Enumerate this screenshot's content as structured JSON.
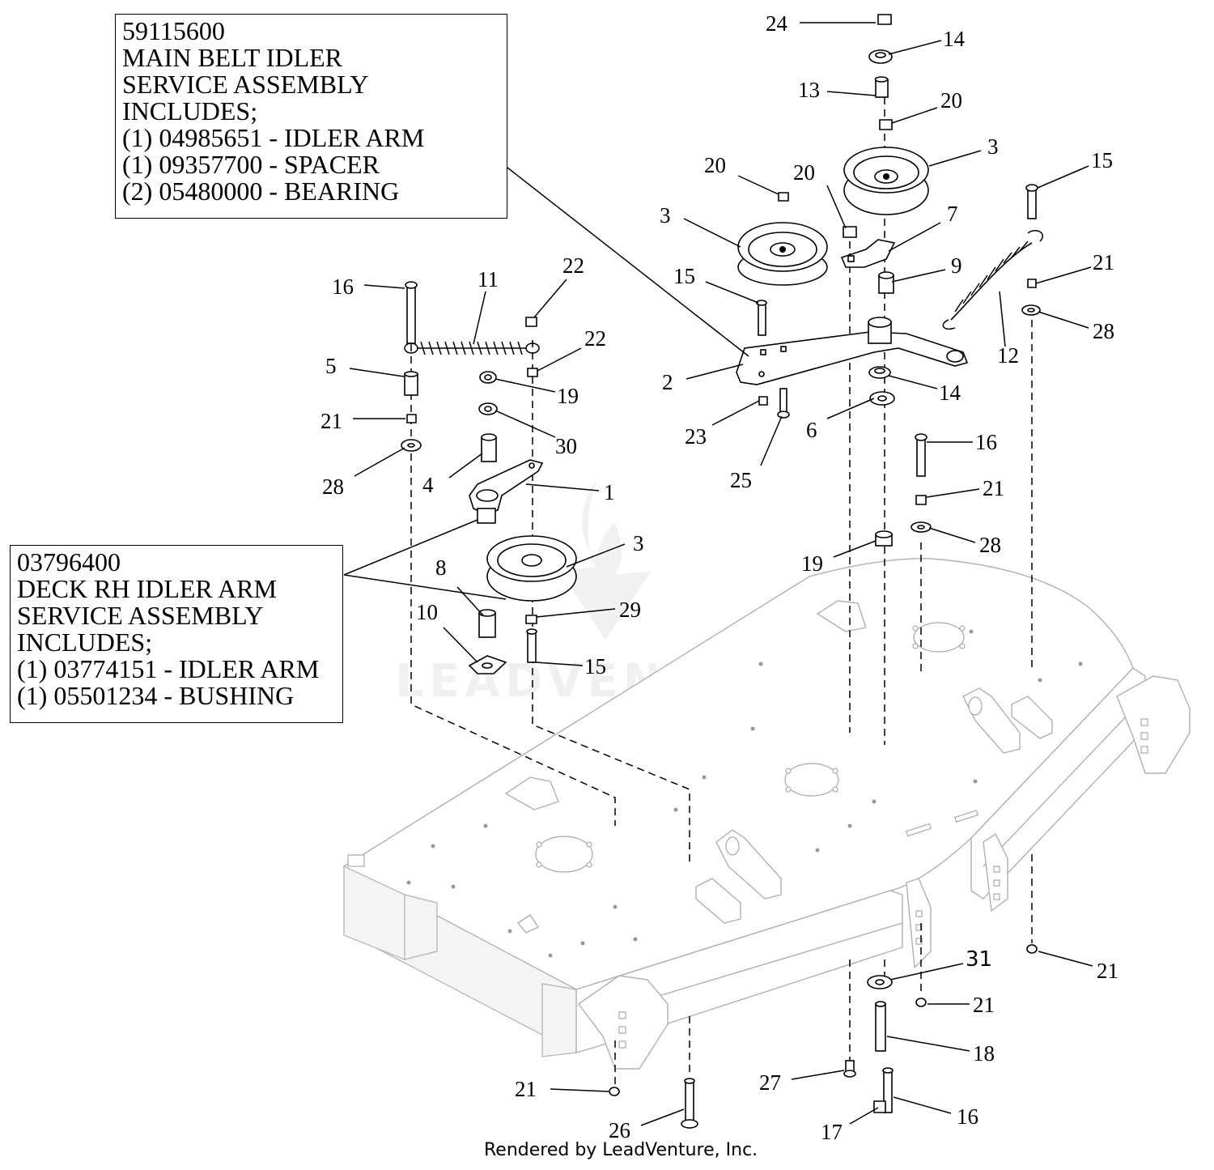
{
  "callouts": {
    "main_belt": {
      "lines": [
        "59115600",
        "MAIN BELT IDLER",
        "SERVICE ASSEMBLY",
        "INCLUDES;",
        "(1) 04985651 - IDLER ARM",
        "(1) 09357700 - SPACER",
        "(2) 05480000 - BEARING"
      ]
    },
    "deck_rh": {
      "lines": [
        "03796400",
        "DECK RH IDLER ARM",
        "SERVICE ASSEMBLY",
        "INCLUDES;",
        "(1) 03774151 - IDLER ARM",
        "(1) 05501234 - BUSHING"
      ]
    }
  },
  "part_labels": [
    {
      "id": "label-24",
      "text": "24"
    },
    {
      "id": "label-14-top",
      "text": "14"
    },
    {
      "id": "label-13",
      "text": "13"
    },
    {
      "id": "label-20-top",
      "text": "20"
    },
    {
      "id": "label-3-top",
      "text": "3"
    },
    {
      "id": "label-15-right",
      "text": "15"
    },
    {
      "id": "label-20-left",
      "text": "20"
    },
    {
      "id": "label-20-mid",
      "text": "20"
    },
    {
      "id": "label-3-left",
      "text": "3"
    },
    {
      "id": "label-7",
      "text": "7"
    },
    {
      "id": "label-9",
      "text": "9"
    },
    {
      "id": "label-21-right",
      "text": "21"
    },
    {
      "id": "label-15-mid",
      "text": "15"
    },
    {
      "id": "label-12",
      "text": "12"
    },
    {
      "id": "label-28-right",
      "text": "28"
    },
    {
      "id": "label-16-left",
      "text": "16"
    },
    {
      "id": "label-11",
      "text": "11"
    },
    {
      "id": "label-22-top",
      "text": "22"
    },
    {
      "id": "label-22-mid",
      "text": "22"
    },
    {
      "id": "label-2",
      "text": "2"
    },
    {
      "id": "label-14-mid",
      "text": "14"
    },
    {
      "id": "label-5",
      "text": "5"
    },
    {
      "id": "label-19-left",
      "text": "19"
    },
    {
      "id": "label-21-left",
      "text": "21"
    },
    {
      "id": "label-30",
      "text": "30"
    },
    {
      "id": "label-23",
      "text": "23"
    },
    {
      "id": "label-6",
      "text": "6"
    },
    {
      "id": "label-16-right",
      "text": "16"
    },
    {
      "id": "label-28-left",
      "text": "28"
    },
    {
      "id": "label-4",
      "text": "4"
    },
    {
      "id": "label-25",
      "text": "25"
    },
    {
      "id": "label-1",
      "text": "1"
    },
    {
      "id": "label-21-mid",
      "text": "21"
    },
    {
      "id": "label-3-bottom",
      "text": "3"
    },
    {
      "id": "label-19-right",
      "text": "19"
    },
    {
      "id": "label-28-mid",
      "text": "28"
    },
    {
      "id": "label-8",
      "text": "8"
    },
    {
      "id": "label-10",
      "text": "10"
    },
    {
      "id": "label-29",
      "text": "29"
    },
    {
      "id": "label-15-bottom",
      "text": "15"
    },
    {
      "id": "label-31",
      "text": "31"
    },
    {
      "id": "label-21-far-right",
      "text": "21"
    },
    {
      "id": "label-21-low",
      "text": "21"
    },
    {
      "id": "label-18",
      "text": "18"
    },
    {
      "id": "label-27",
      "text": "27"
    },
    {
      "id": "label-21-bottom",
      "text": "21"
    },
    {
      "id": "label-16-bottom",
      "text": "16"
    },
    {
      "id": "label-26",
      "text": "26"
    },
    {
      "id": "label-17",
      "text": "17"
    }
  ],
  "watermark": {
    "text": "LEADVENTURE"
  },
  "footer": {
    "text": "Rendered by LeadVenture, Inc."
  }
}
